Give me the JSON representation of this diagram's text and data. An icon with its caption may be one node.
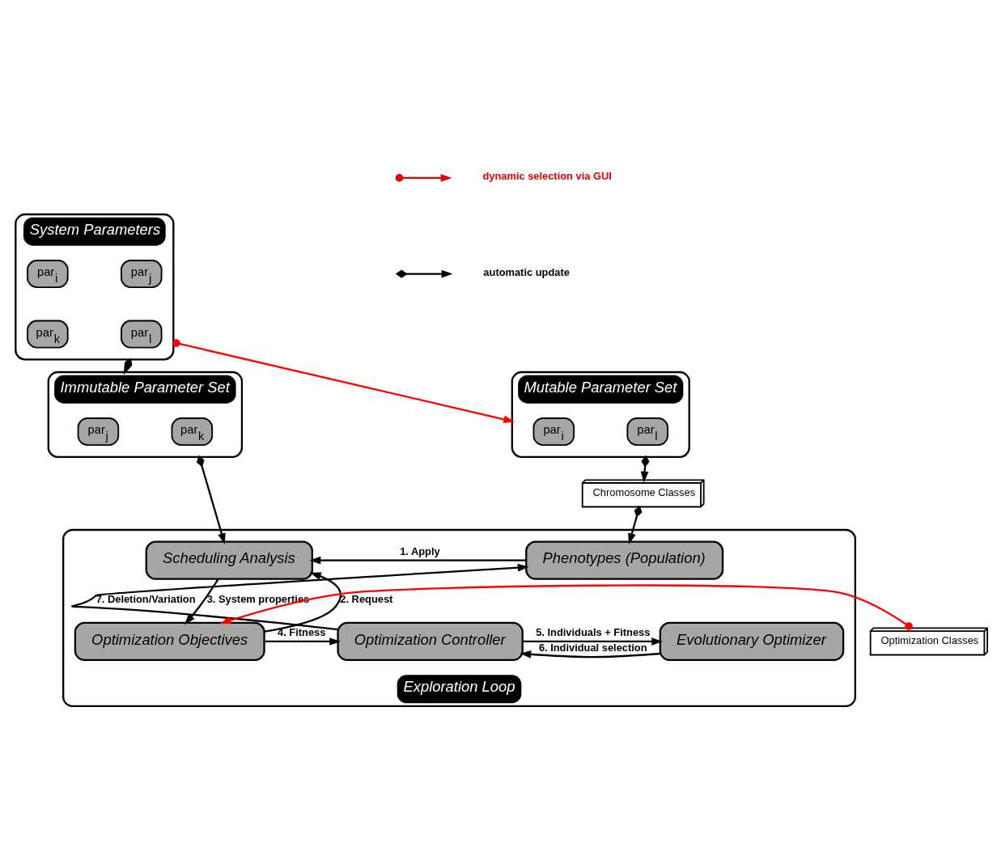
{
  "diagram": {
    "nodes": [
      {
        "text": [
          "System Parameters"
        ]
      },
      {
        "text": [
          "par$_{i}$"
        ],
        "in": 0
      },
      {
        "text": [
          "par$_{j}$"
        ],
        "in": 0
      },
      {
        "text": [
          "par$_{k}$"
        ],
        "in": 0
      },
      {
        "text": [
          "par$_{l}$"
        ],
        "in": 0
      },
      {
        "text": [
          "Immutable Parameter Set"
        ]
      },
      {
        "text": [
          "par$_{j}$"
        ],
        "in": 5
      },
      {
        "text": [
          "par$_{k}$"
        ],
        "in": 5
      },
      {
        "text": [
          "Mutable Parameter Set"
        ]
      },
      {
        "text": [
          "par$_{i}$"
        ],
        "in": 8
      },
      {
        "text": [
          "par$_{l}$"
        ],
        "in": 8
      },
      {
        "text": [
          "Chromosome Classes"
        ]
      },
      {
        "text": [
          "Exploration Loop"
        ]
      },
      {
        "text": [
          "Scheduling Analysis"
        ],
        "in": 12
      },
      {
        "text": [
          "Phenotypes (Population)"
        ],
        "in": 12
      },
      {
        "text": [
          "Optimization Objectives"
        ],
        "in": 12
      },
      {
        "text": [
          "Optimization Controller"
        ],
        "in": 12
      },
      {
        "text": [
          "Evolutionary Optimizer"
        ],
        "in": 12
      },
      {
        "text": [
          "Optimization Classes"
        ]
      }
    ],
    "edges": [
      {
        "from": 0,
        "to": 5,
        "arrow": "to"
      },
      {
        "from": 0,
        "to": 8,
        "arrow": "to",
        "color": "#ff0000"
      },
      {
        "from": 8,
        "to": 11,
        "arrow": "to"
      },
      {
        "from": 5,
        "to": 13,
        "arrow": "to"
      },
      {
        "from": 11,
        "to": 14,
        "arrow": "to"
      },
      {
        "from": 14,
        "to": 13,
        "arrow": "to",
        "label": "1. Apply"
      },
      {
        "from": 15,
        "to": 13,
        "arrow": "to",
        "label": "2. Request"
      },
      {
        "from": 13,
        "to": 15,
        "arrow": "to",
        "label": "3. System properties"
      },
      {
        "from": 15,
        "to": 16,
        "arrow": "to",
        "label": "4. Fitness"
      },
      {
        "from": 16,
        "to": 17,
        "arrow": "to",
        "label": "5. Individuals + Fitness"
      },
      {
        "from": 17,
        "to": 16,
        "arrow": "to",
        "label": "6. Individual selection"
      },
      {
        "from": 16,
        "to": 14,
        "arrow": "to",
        "label": "7. Deletion/Variation"
      },
      {
        "from": 18,
        "to": 15,
        "arrow": "to",
        "color": "#ff0000"
      }
    ],
    "legend": [
      {
        "text": "dynamic selection via GUI"
      },
      {
        "text": "automatic update"
      }
    ]
  }
}
